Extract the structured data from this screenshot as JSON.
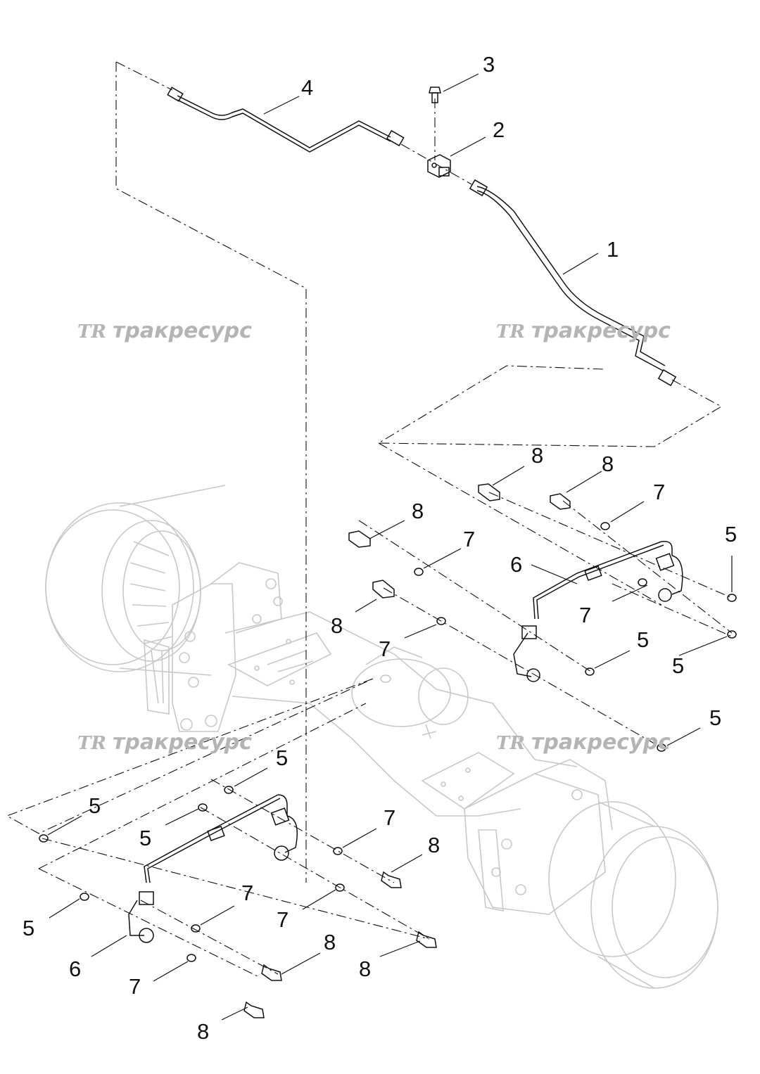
{
  "watermark": {
    "logo": "TR",
    "text": "тракресурс"
  },
  "callouts": [
    {
      "id": "c1",
      "label": "1"
    },
    {
      "id": "c2",
      "label": "2"
    },
    {
      "id": "c3",
      "label": "3"
    },
    {
      "id": "c4",
      "label": "4"
    },
    {
      "id": "c5a",
      "label": "5"
    },
    {
      "id": "c5b",
      "label": "5"
    },
    {
      "id": "c5c",
      "label": "5"
    },
    {
      "id": "c5d",
      "label": "5"
    },
    {
      "id": "c5e",
      "label": "5"
    },
    {
      "id": "c5f",
      "label": "5"
    },
    {
      "id": "c5g",
      "label": "5"
    },
    {
      "id": "c5h",
      "label": "5"
    },
    {
      "id": "c6a",
      "label": "6"
    },
    {
      "id": "c6b",
      "label": "6"
    },
    {
      "id": "c7a",
      "label": "7"
    },
    {
      "id": "c7b",
      "label": "7"
    },
    {
      "id": "c7c",
      "label": "7"
    },
    {
      "id": "c7d",
      "label": "7"
    },
    {
      "id": "c7e",
      "label": "7"
    },
    {
      "id": "c7f",
      "label": "7"
    },
    {
      "id": "c7g",
      "label": "7"
    },
    {
      "id": "c7h",
      "label": "7"
    },
    {
      "id": "c8a",
      "label": "8"
    },
    {
      "id": "c8b",
      "label": "8"
    },
    {
      "id": "c8c",
      "label": "8"
    },
    {
      "id": "c8d",
      "label": "8"
    },
    {
      "id": "c8e",
      "label": "8"
    },
    {
      "id": "c8f",
      "label": "8"
    },
    {
      "id": "c8g",
      "label": "8"
    },
    {
      "id": "c8h",
      "label": "8"
    }
  ],
  "colors": {
    "line": "#111111",
    "ghost": "#c8c8c8",
    "watermark": "#b4b4b4"
  }
}
